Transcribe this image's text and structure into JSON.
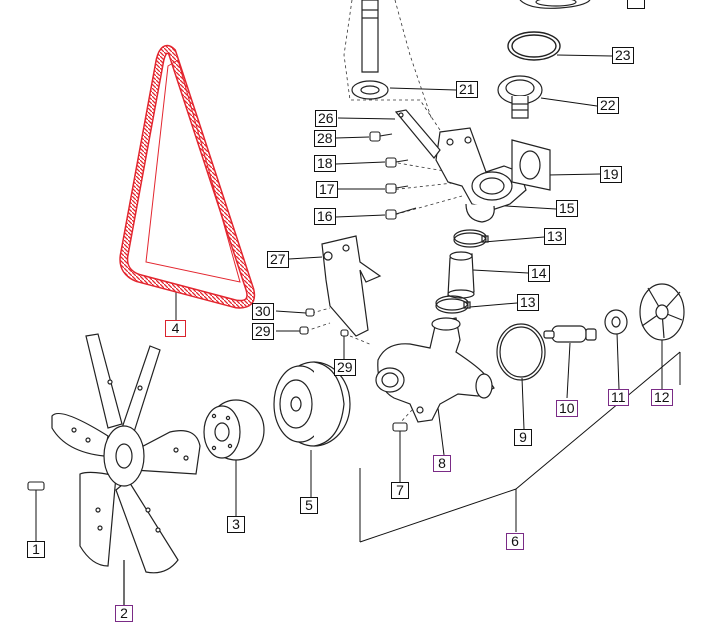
{
  "diagram": {
    "colors": {
      "default_box": "#111111",
      "purple_box": "#7a2b86",
      "red_box": "#d9232d",
      "belt": "#e3262f"
    },
    "callouts": [
      {
        "id": "1",
        "label": "1",
        "style": "default"
      },
      {
        "id": "2",
        "label": "2",
        "style": "purple"
      },
      {
        "id": "3",
        "label": "3",
        "style": "default"
      },
      {
        "id": "4",
        "label": "4",
        "style": "red"
      },
      {
        "id": "5",
        "label": "5",
        "style": "default"
      },
      {
        "id": "6",
        "label": "6",
        "style": "purple"
      },
      {
        "id": "7",
        "label": "7",
        "style": "default"
      },
      {
        "id": "8",
        "label": "8",
        "style": "purple"
      },
      {
        "id": "9",
        "label": "9",
        "style": "default"
      },
      {
        "id": "10",
        "label": "10",
        "style": "purple"
      },
      {
        "id": "11",
        "label": "11",
        "style": "purple"
      },
      {
        "id": "12",
        "label": "12",
        "style": "purple"
      },
      {
        "id": "13a",
        "label": "13",
        "style": "default"
      },
      {
        "id": "13b",
        "label": "13",
        "style": "default"
      },
      {
        "id": "14",
        "label": "14",
        "style": "default"
      },
      {
        "id": "15",
        "label": "15",
        "style": "default"
      },
      {
        "id": "16",
        "label": "16",
        "style": "default"
      },
      {
        "id": "17",
        "label": "17",
        "style": "default"
      },
      {
        "id": "18",
        "label": "18",
        "style": "default"
      },
      {
        "id": "19",
        "label": "19",
        "style": "default"
      },
      {
        "id": "21",
        "label": "21",
        "style": "default"
      },
      {
        "id": "22",
        "label": "22",
        "style": "default"
      },
      {
        "id": "23",
        "label": "23",
        "style": "default"
      },
      {
        "id": "26",
        "label": "26",
        "style": "default"
      },
      {
        "id": "27",
        "label": "27",
        "style": "default"
      },
      {
        "id": "28",
        "label": "28",
        "style": "default"
      },
      {
        "id": "29a",
        "label": "29",
        "style": "default"
      },
      {
        "id": "29b",
        "label": "29",
        "style": "default"
      },
      {
        "id": "30",
        "label": "30",
        "style": "default"
      }
    ]
  }
}
